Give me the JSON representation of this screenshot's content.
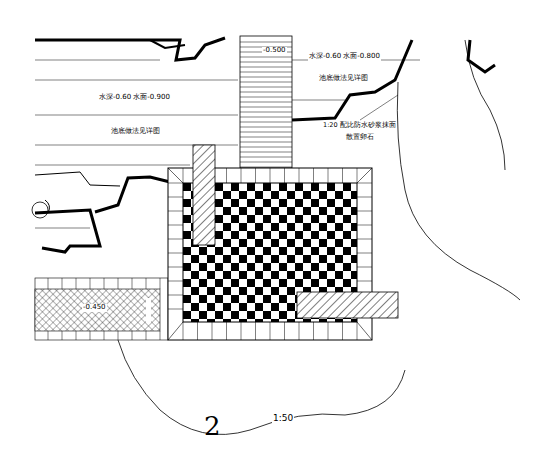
{
  "diagram": {
    "labels": [
      "-0.500",
      "水深-0.60 水面-0.800",
      "池底做法见详图",
      "水深-0.60 水面-0.900",
      "池底做法见详图",
      "1:20 配比防水砂浆抹面",
      "散置卵石",
      "-0.450",
      "2",
      "1:50"
    ]
  }
}
